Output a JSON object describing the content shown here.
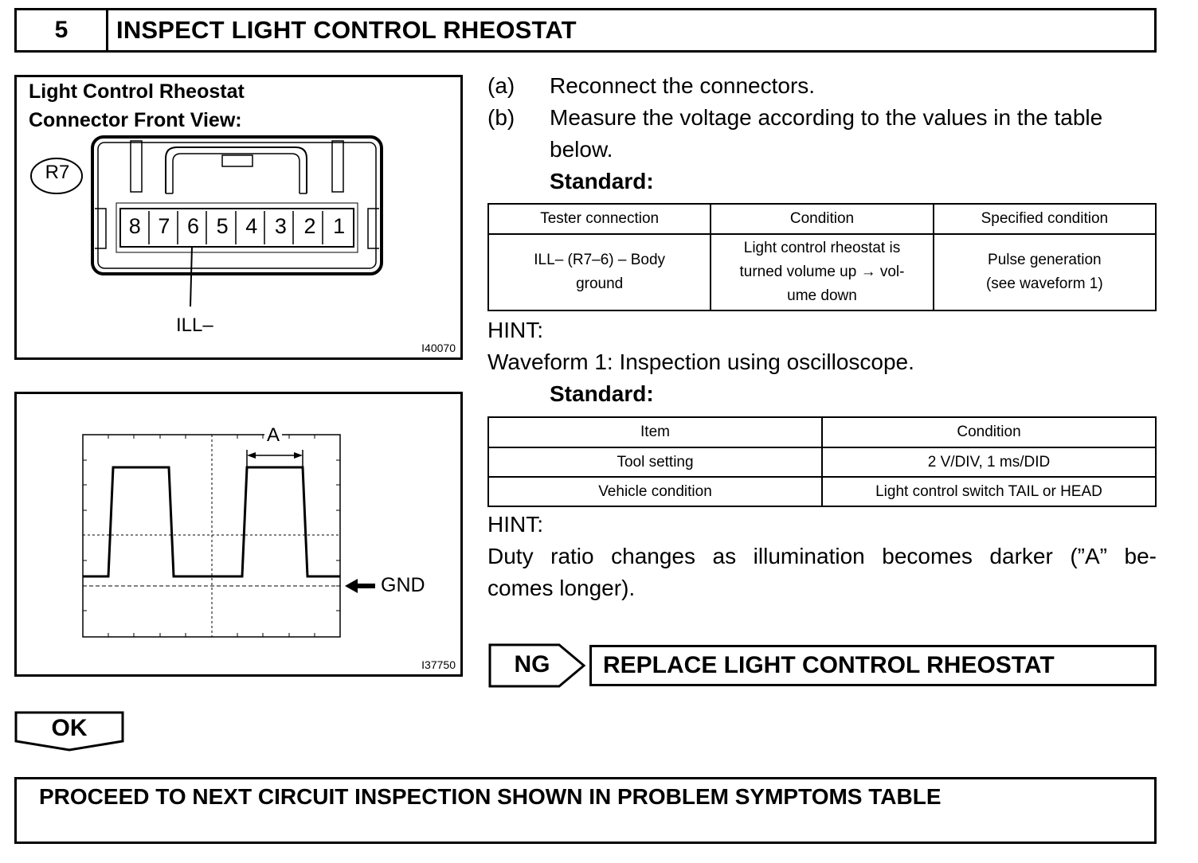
{
  "header": {
    "step_number": "5",
    "title": "INSPECT LIGHT CONTROL RHEOSTAT"
  },
  "figure1": {
    "title_line1": "Light Control Rheostat",
    "title_line2": "Connector Front View:",
    "connector_id": "R7",
    "pins": [
      "8",
      "7",
      "6",
      "5",
      "4",
      "3",
      "2",
      "1"
    ],
    "pin_label": "ILL–",
    "code": "I40070"
  },
  "figure2": {
    "marker_label": "A",
    "gnd_label": "GND",
    "code": "I37750"
  },
  "steps": {
    "a_marker": "(a)",
    "a_text": "Reconnect the connectors.",
    "b_marker": "(b)",
    "b_text_line1": "Measure the voltage according to the values in the table",
    "b_text_line2": "below.",
    "standard_label": "Standard:"
  },
  "table1": {
    "headers": [
      "Tester connection",
      "Condition",
      "Specified condition"
    ],
    "row": {
      "connection_line1": "ILL– (R7–6) – Body",
      "connection_line2": "ground",
      "condition_line1": "Light control rheostat is",
      "condition_line2": "turned volume up → vol-",
      "condition_line3": "ume down",
      "specified_line1": "Pulse generation",
      "specified_line2": "(see waveform 1)"
    }
  },
  "hint1": "HINT:",
  "waveform_text": "Waveform 1: Inspection using oscilloscope.",
  "standard_label2": "Standard:",
  "table2": {
    "headers": [
      "Item",
      "Condition"
    ],
    "rows": [
      [
        "Tool setting",
        "2 V/DIV, 1 ms/DID"
      ],
      [
        "Vehicle condition",
        "Light control switch TAIL or HEAD"
      ]
    ]
  },
  "hint2": "HINT:",
  "duty_text_line1": "Duty ratio changes as illumination becomes darker (”A” be-",
  "duty_text_line2": "comes longer).",
  "ng_label": "NG",
  "replace_text": "REPLACE LIGHT CONTROL RHEOSTAT",
  "ok_label": "OK",
  "proceed_text": "PROCEED TO NEXT CIRCUIT INSPECTION SHOWN IN PROBLEM SYMPTOMS TABLE"
}
